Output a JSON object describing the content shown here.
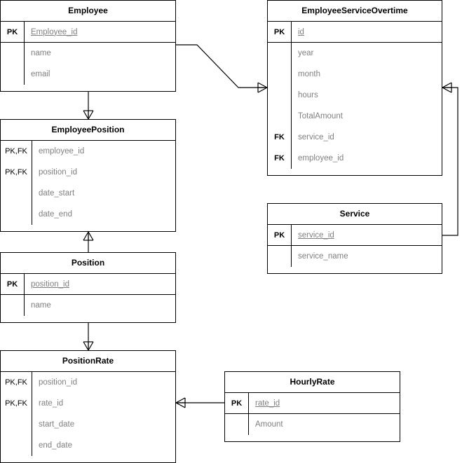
{
  "diagram": {
    "type": "entity-relationship-diagram",
    "notation": "crow's-foot",
    "colors": {
      "line": "#000000",
      "header_text": "#000000",
      "attribute_text": "#808080",
      "background": "#ffffff"
    }
  },
  "entities": [
    {
      "id": "employee",
      "name": "Employee",
      "attributes": [
        {
          "key": "PK",
          "name": "Employee_id",
          "primary": true
        },
        {
          "key": "",
          "name": "name",
          "primary": false
        },
        {
          "key": "",
          "name": "email",
          "primary": false
        }
      ]
    },
    {
      "id": "employee_service_overtime",
      "name": "EmployeeServiceOvertime",
      "attributes": [
        {
          "key": "PK",
          "name": "id",
          "primary": true
        },
        {
          "key": "",
          "name": "year",
          "primary": false
        },
        {
          "key": "",
          "name": "month",
          "primary": false
        },
        {
          "key": "",
          "name": "hours",
          "primary": false
        },
        {
          "key": "",
          "name": "TotalAmount",
          "primary": false
        },
        {
          "key": "FK",
          "name": "service_id",
          "primary": false
        },
        {
          "key": "FK",
          "name": "employee_id",
          "primary": false
        }
      ]
    },
    {
      "id": "employee_position",
      "name": "EmployeePosition",
      "attributes": [
        {
          "key": "PK,FK",
          "name": "employee_id",
          "primary": false
        },
        {
          "key": "PK,FK",
          "name": "position_id",
          "primary": false
        },
        {
          "key": "",
          "name": "date_start",
          "primary": false
        },
        {
          "key": "",
          "name": "date_end",
          "primary": false
        }
      ]
    },
    {
      "id": "position",
      "name": "Position",
      "attributes": [
        {
          "key": "PK",
          "name": "position_id",
          "primary": true
        },
        {
          "key": "",
          "name": "name",
          "primary": false
        }
      ]
    },
    {
      "id": "position_rate",
      "name": "PositionRate",
      "attributes": [
        {
          "key": "PK,FK",
          "name": "position_id",
          "primary": false
        },
        {
          "key": "PK,FK",
          "name": "rate_id",
          "primary": false
        },
        {
          "key": "",
          "name": "start_date",
          "primary": false
        },
        {
          "key": "",
          "name": "end_date",
          "primary": false
        }
      ]
    },
    {
      "id": "service",
      "name": "Service",
      "attributes": [
        {
          "key": "PK",
          "name": "service_id",
          "primary": true
        },
        {
          "key": "",
          "name": "service_name",
          "primary": false
        }
      ]
    },
    {
      "id": "hourly_rate",
      "name": "HourlyRate",
      "attributes": [
        {
          "key": "PK",
          "name": "rate_id",
          "primary": true
        },
        {
          "key": "",
          "name": "Amount",
          "primary": false
        }
      ]
    }
  ],
  "relationships": [
    {
      "id": "rel-employee-overtime",
      "from": "Employee",
      "to": "EmployeeServiceOvertime",
      "cardinality": "one-to-many"
    },
    {
      "id": "rel-employee-employeeposition",
      "from": "Employee",
      "to": "EmployeePosition",
      "cardinality": "one-to-many"
    },
    {
      "id": "rel-employeeposition-position",
      "from": "EmployeePosition",
      "to": "Position",
      "cardinality": "many-to-one"
    },
    {
      "id": "rel-position-positionrate",
      "from": "Position",
      "to": "PositionRate",
      "cardinality": "one-to-many"
    },
    {
      "id": "rel-positionrate-hourlyrate",
      "from": "PositionRate",
      "to": "HourlyRate",
      "cardinality": "many-to-one"
    },
    {
      "id": "rel-service-overtime",
      "from": "Service",
      "to": "EmployeeServiceOvertime",
      "cardinality": "one-to-many"
    }
  ]
}
